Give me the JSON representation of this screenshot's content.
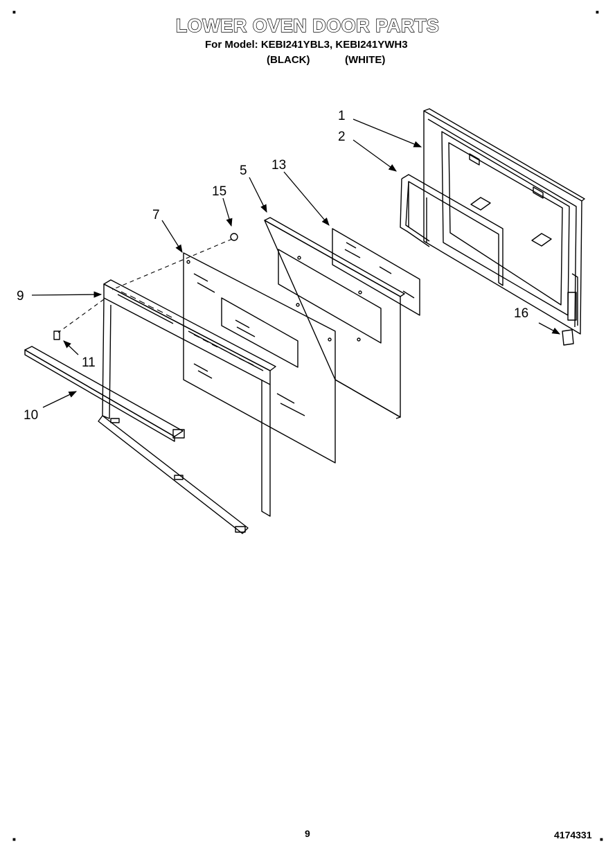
{
  "header": {
    "title": "LOWER OVEN DOOR PARTS",
    "subtitle": "For Model: KEBI241YBL3, KEBI241YWH3",
    "variant_black": "(BLACK)",
    "variant_white": "(WHITE)"
  },
  "callouts": {
    "c1": "1",
    "c2": "2",
    "c5": "5",
    "c7": "7",
    "c9": "9",
    "c10": "10",
    "c11": "11",
    "c13": "13",
    "c15": "15",
    "c16": "16"
  },
  "footer": {
    "page_number": "9",
    "doc_number": "4174331"
  }
}
